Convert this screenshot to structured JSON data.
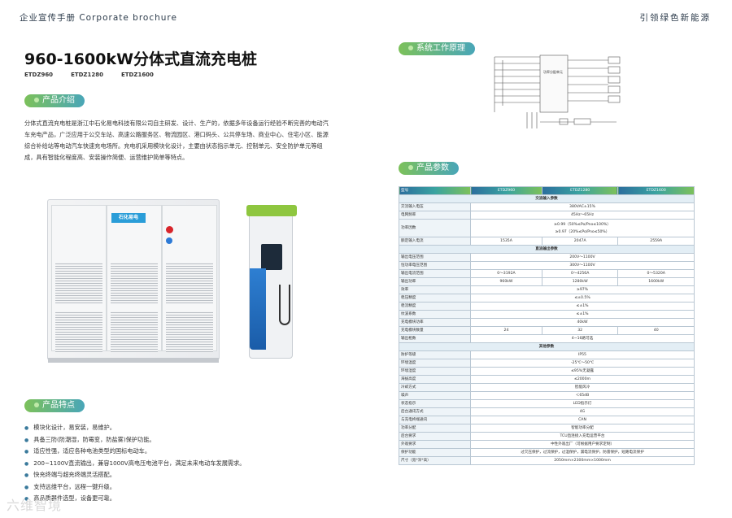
{
  "header": {
    "left": "企业宣传手册  Corporate brochure",
    "right": "引领绿色新能源"
  },
  "title": "960-1600kW分体式直流充电桩",
  "models": [
    "ETDZ960",
    "ETDZ1280",
    "ETDZ1600"
  ],
  "sections": {
    "intro": "产品介绍",
    "features": "产品特点",
    "principle": "系统工作原理",
    "params": "产品参数"
  },
  "intro_text": "分体式直流充电桩是浙江中石化易电科技有限公司自主研发、设计、生产的，依据多年设备运行经验不断完善的电动汽车充电产品，广泛应用于公交车站、高速公路服务区、物流园区、港口码头、公共停车场、商业中心、住宅小区、能源综合补给站等电动汽车快速充电场所。充电机采用模块化设计，主要由状态指示单元、控制单元、安全防护单元等组成，具有智能化程度高、安装操作简便、运营维护简单等特点。",
  "cabinet_logo": "石化易电",
  "features": [
    "模块化设计，易安装，易维护。",
    "具备三防(防潮湿，防霉变，防盐雾)保护功能。",
    "适应性强，适应各种电池类型的国标电动车。",
    "200~1100V直流输出，兼容1000V高电压电池平台，满足未来电动车发展需求。",
    "快充终端与超充终端灵活搭配。",
    "支持远维平台，远程一键升级。",
    "高品质器件选型，设备更可靠。"
  ],
  "table": {
    "head": [
      "型号",
      "ETDZ960",
      "ETDZ1280",
      "ETDZ1600"
    ],
    "rows": [
      {
        "type": "sec",
        "cells": [
          "交流输入参数"
        ]
      },
      {
        "type": "span",
        "cells": [
          "交流输入电压",
          "380VAC±15%"
        ]
      },
      {
        "type": "span",
        "cells": [
          "电网频率",
          "45Hz～65Hz"
        ]
      },
      {
        "type": "span-tall",
        "cells": [
          "功率因数",
          "≥0.99（50%≤Po/Pno≤100%）\n≥0.97（20%≤Po/Pno≤50%）"
        ]
      },
      {
        "type": "row",
        "cells": [
          "额定输入电流",
          "1535A",
          "2047A",
          "2559A"
        ]
      },
      {
        "type": "sec",
        "cells": [
          "直流输出参数"
        ]
      },
      {
        "type": "span",
        "cells": [
          "输出电压范围",
          "200V～1100V"
        ]
      },
      {
        "type": "span",
        "cells": [
          "恒功率电压范围",
          "300V～1100V"
        ]
      },
      {
        "type": "row",
        "cells": [
          "输出电流范围",
          "0～3192A",
          "0～4256A",
          "0～5320A"
        ]
      },
      {
        "type": "row",
        "cells": [
          "输出功率",
          "960kW",
          "1280kW",
          "1600kW"
        ]
      },
      {
        "type": "span",
        "cells": [
          "效率",
          "≥97%"
        ]
      },
      {
        "type": "span",
        "cells": [
          "稳压精度",
          "≤±0.5%"
        ]
      },
      {
        "type": "span",
        "cells": [
          "稳流精度",
          "≤±1%"
        ]
      },
      {
        "type": "span",
        "cells": [
          "纹波系数",
          "≤±1%"
        ]
      },
      {
        "type": "span",
        "cells": [
          "充电模块功率",
          "40kW"
        ]
      },
      {
        "type": "row",
        "cells": [
          "充电模块数量",
          "24",
          "32",
          "40"
        ]
      },
      {
        "type": "span",
        "cells": [
          "输出枪数",
          "4~16路可选"
        ]
      },
      {
        "type": "sec",
        "cells": [
          "其他参数"
        ]
      },
      {
        "type": "span",
        "cells": [
          "防护等级",
          "IP55"
        ]
      },
      {
        "type": "span",
        "cells": [
          "环境温度",
          "-25℃～50℃"
        ]
      },
      {
        "type": "span",
        "cells": [
          "环境湿度",
          "≤95%无凝露"
        ]
      },
      {
        "type": "span",
        "cells": [
          "海拔高度",
          "≤2000m"
        ]
      },
      {
        "type": "span",
        "cells": [
          "冷却方式",
          "智能风冷"
        ]
      },
      {
        "type": "span",
        "cells": [
          "噪声",
          "＜65dB"
        ]
      },
      {
        "type": "span",
        "cells": [
          "状态指示",
          "LED指示灯"
        ]
      },
      {
        "type": "span",
        "cells": [
          "后台通讯方式",
          "4G"
        ]
      },
      {
        "type": "span",
        "cells": [
          "与充电终端通讯",
          "CAN"
        ]
      },
      {
        "type": "span",
        "cells": [
          "功率分配",
          "智能功率分配"
        ]
      },
      {
        "type": "span",
        "cells": [
          "后台要求",
          "TCU直连接入充电运营平台"
        ]
      },
      {
        "type": "span",
        "cells": [
          "外观要求",
          "中性外观出厂（可根据用户要求定制）"
        ]
      },
      {
        "type": "span",
        "cells": [
          "保护功能",
          "过欠压保护，过流保护，过温保护，漏电流保护，防雷保护，短路电流保护"
        ]
      },
      {
        "type": "span",
        "cells": [
          "尺寸（宽*深*高）",
          "2050mm×2300mm×1000mm"
        ]
      }
    ]
  },
  "diagram_label": "功率分配单元",
  "watermark": "六维智境",
  "colors": {
    "accent_green": "#7cc15a",
    "accent_teal": "#49a6b8",
    "table_head": "#2c6e9e"
  }
}
